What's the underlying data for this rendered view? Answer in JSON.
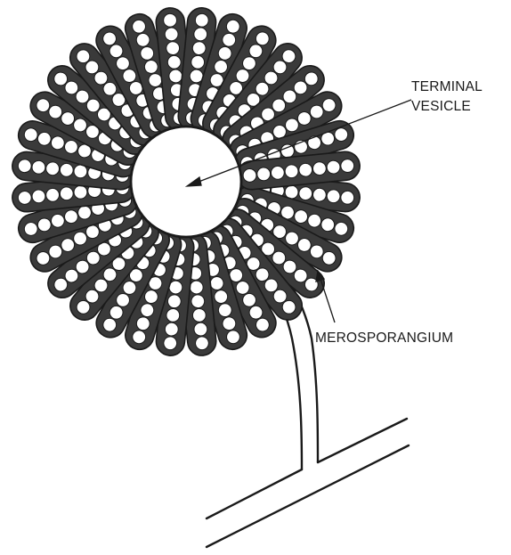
{
  "labels": {
    "terminal_vesicle_line1": "TERMINAL",
    "terminal_vesicle_line2": "VESICLE",
    "merosporangium": "MEROSPORANGIUM"
  },
  "colors": {
    "ink": "#1a1a1a",
    "paper": "#ffffff"
  }
}
